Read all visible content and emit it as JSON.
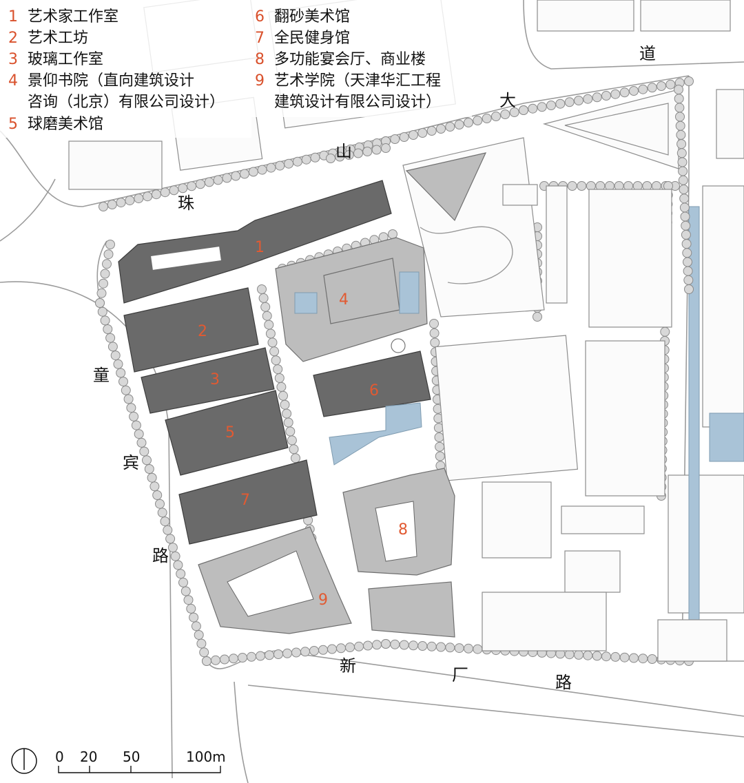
{
  "legend": {
    "left": [
      {
        "num": "1",
        "text": "艺术家工作室"
      },
      {
        "num": "2",
        "text": "艺术工坊"
      },
      {
        "num": "3",
        "text": "玻璃工作室"
      },
      {
        "num": "4",
        "text": "景仰书院（直向建筑设计"
      },
      {
        "num": "",
        "text": "咨询（北京）有限公司设计）"
      },
      {
        "num": "5",
        "text": "球磨美术馆"
      }
    ],
    "right": [
      {
        "num": "6",
        "text": "翻砂美术馆"
      },
      {
        "num": "7",
        "text": "全民健身馆"
      },
      {
        "num": "8",
        "text": "多功能宴会厅、商业楼"
      },
      {
        "num": "9",
        "text": "艺术学院（天津华汇工程"
      },
      {
        "num": "",
        "text": "建筑设计有限公司设计）"
      }
    ]
  },
  "roads": {
    "zhushan": [
      "珠",
      "山"
    ],
    "dadao": [
      "大",
      "道"
    ],
    "tongbin": [
      "童",
      "宾",
      "路"
    ],
    "xinchang": [
      "新",
      "厂",
      "路"
    ]
  },
  "building_numbers": [
    "1",
    "2",
    "3",
    "4",
    "5",
    "6",
    "7",
    "8",
    "9"
  ],
  "scale_bar": {
    "ticks": [
      "0",
      "20",
      "50",
      "100m"
    ]
  },
  "colors": {
    "accent_number": "#e15a32",
    "building_dark": "#6a6a6a",
    "building_mid": "#bdbdbd",
    "water": "#a9c3d7",
    "tree": "#d8d8d8"
  }
}
